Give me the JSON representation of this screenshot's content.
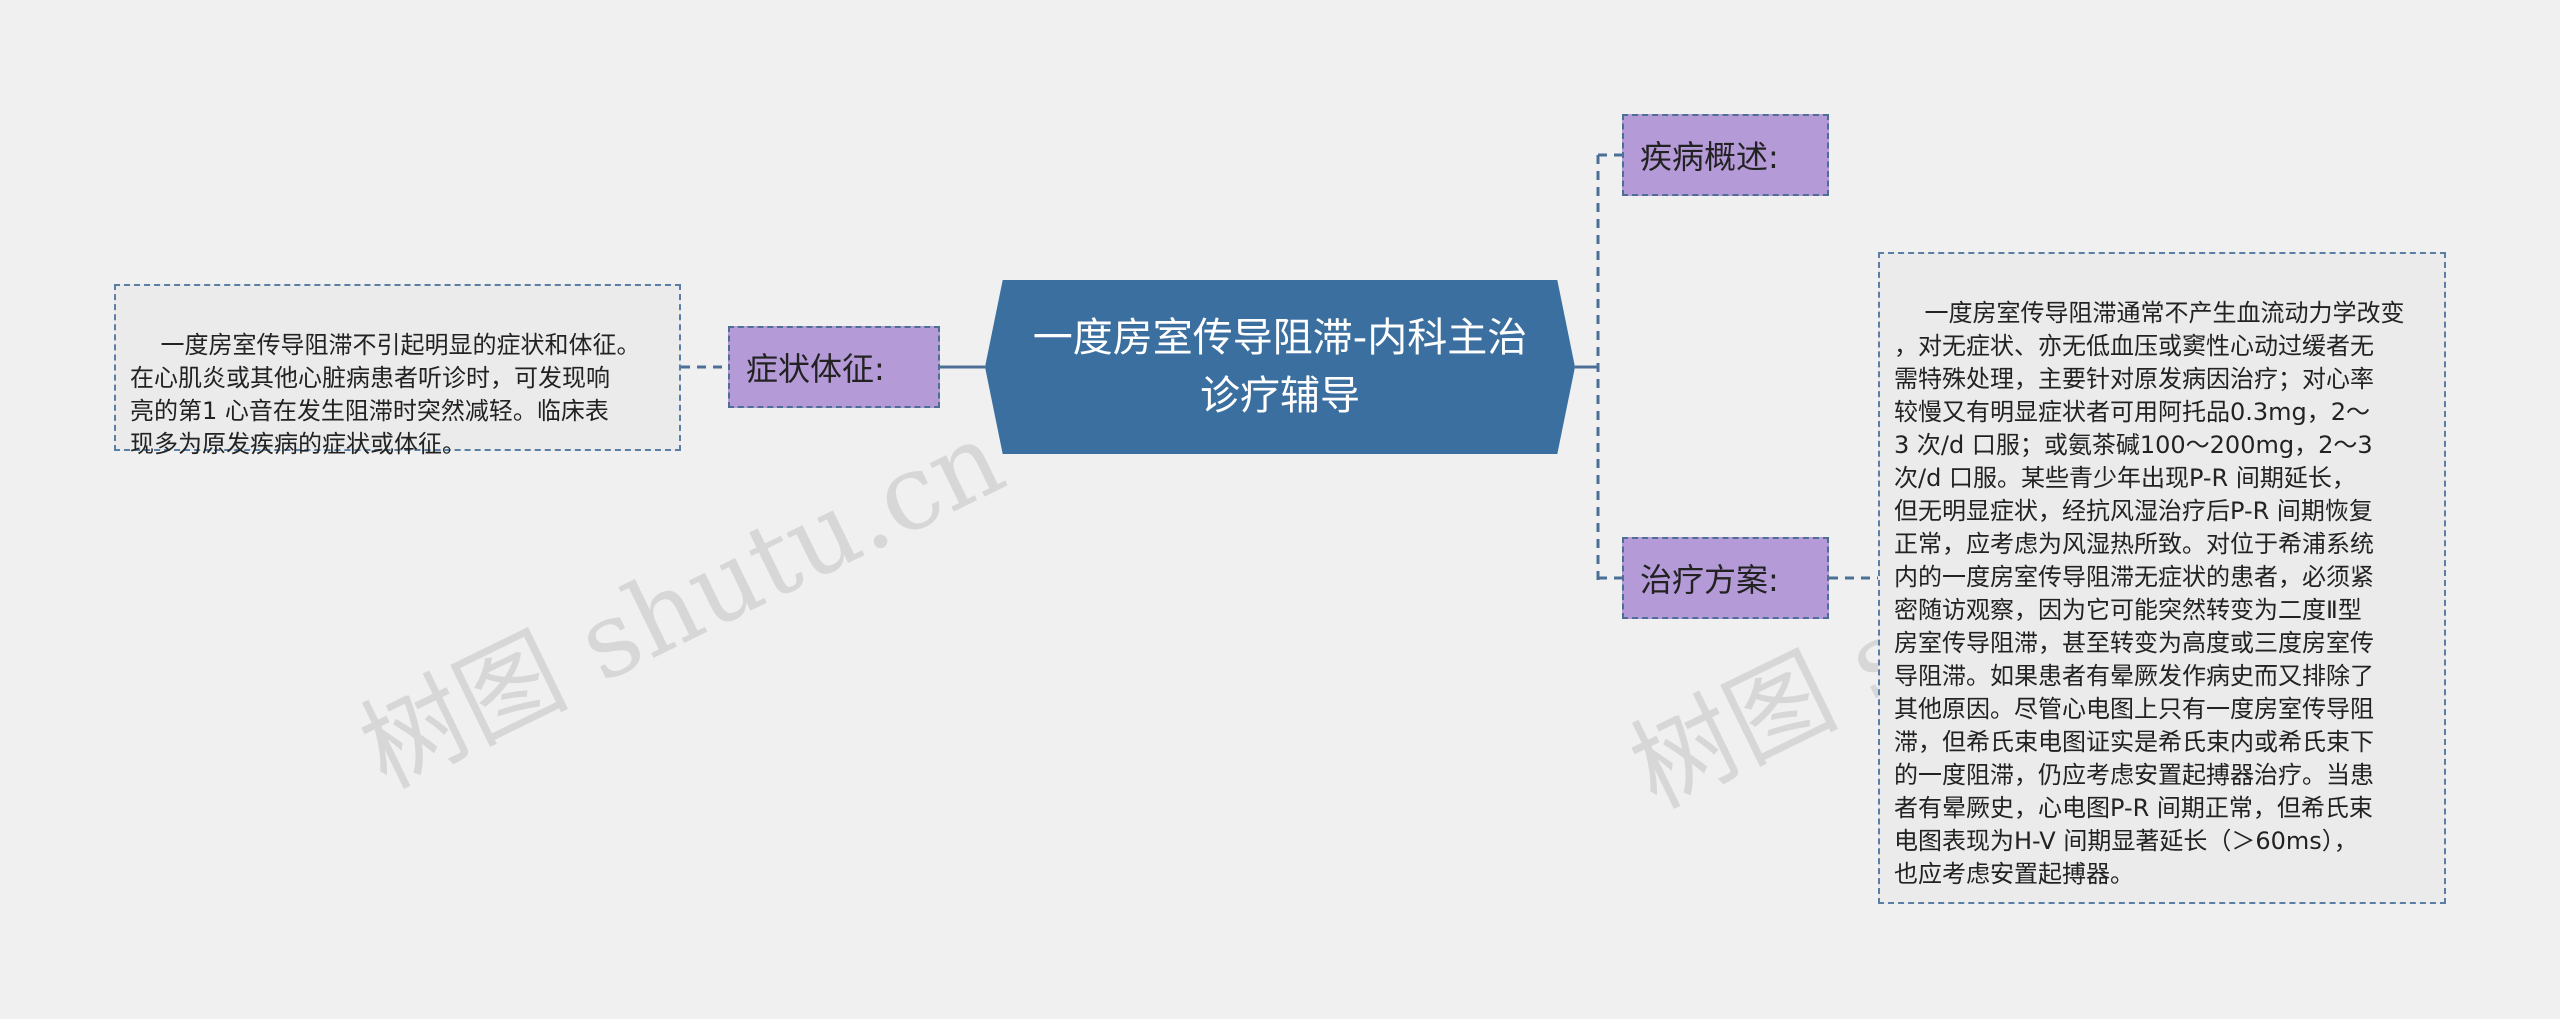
{
  "central": {
    "title": "一度房室传导阻滞-内科主治诊疗辅导"
  },
  "topics": {
    "overview": "疾病概述:",
    "treatment": "治疗方案:",
    "symptoms": "症状体征:"
  },
  "details": {
    "symptoms": "一度房室传导阻滞不引起明显的症状和体征。\n在心肌炎或其他心脏病患者听诊时，可发现响\n亮的第1 心音在发生阻滞时突然减轻。临床表\n现多为原发疾病的症状或体征。",
    "treatment": "一度房室传导阻滞通常不产生血流动力学改变\n，对无症状、亦无低血压或窦性心动过缓者无\n需特殊处理，主要针对原发病因治疗；对心率\n较慢又有明显症状者可用阿托品0.3mg，2～\n3 次/d 口服；或氨茶碱100～200mg，2～3\n次/d 口服。某些青少年出现P-R 间期延长，\n但无明显症状，经抗风湿治疗后P-R 间期恢复\n正常，应考虑为风湿热所致。对位于希浦系统\n内的一度房室传导阻滞无症状的患者，必须紧\n密随访观察，因为它可能突然转变为二度Ⅱ型\n房室传导阻滞，甚至转变为高度或三度房室传\n导阻滞。如果患者有晕厥发作病史而又排除了\n其他原因。尽管心电图上只有一度房室传导阻\n滞，但希氏束电图证实是希氏束内或希氏束下\n的一度阻滞，仍应考虑安置起搏器治疗。当患\n者有晕厥史，心电图P-R 间期正常，但希氏束\n电图表现为H-V 间期显著延长（＞60ms），\n也应考虑安置起搏器。"
  },
  "watermarks": [
    "树图 shutu.cn",
    "树图 shutu.cn"
  ],
  "colors": {
    "central_fill": "#3b6fa0",
    "topic_fill": "#b59ad8",
    "leaf_fill": "#ebebeb",
    "connector": "#4d6f96",
    "background": "#f0f0f0"
  }
}
